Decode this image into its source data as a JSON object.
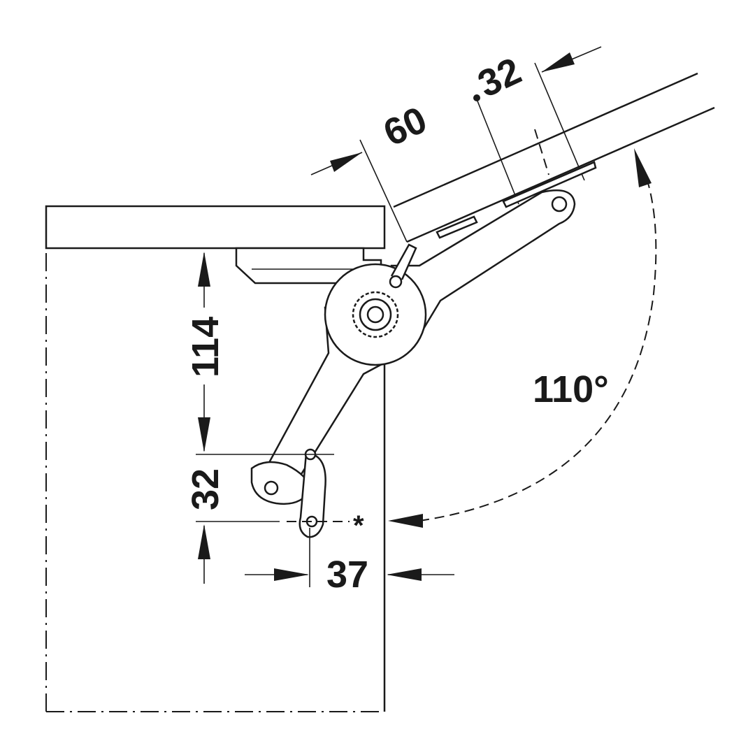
{
  "diagram": {
    "dimensions": {
      "lid_offset": "60",
      "lid_hole_spacing": "32",
      "vertical_height": "114",
      "vertical_hole_spacing": "32",
      "horizontal_offset": "37",
      "opening_angle": "110°",
      "reference_mark": "*"
    },
    "colors": {
      "line": "#1a1a1a",
      "background": "#ffffff"
    }
  }
}
